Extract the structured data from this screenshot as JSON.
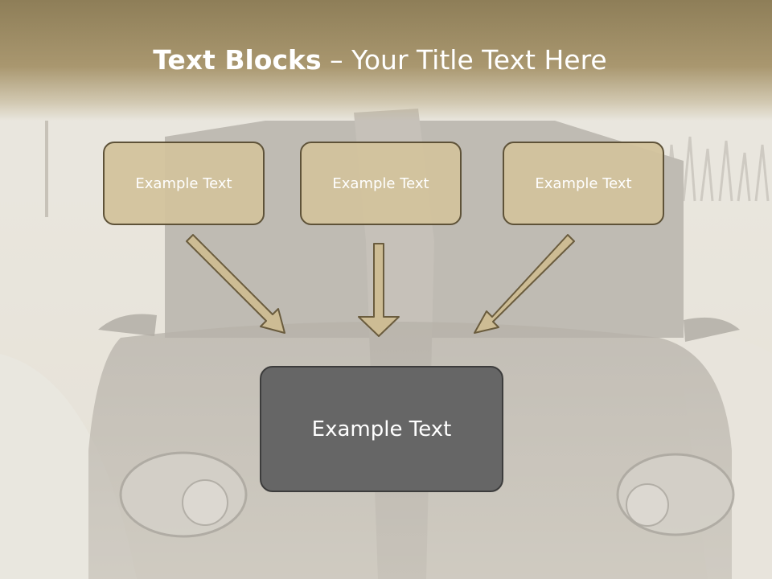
{
  "slide": {
    "title_bold": "Text Blocks",
    "title_rest": " – Your Title Text Here"
  },
  "boxes": [
    {
      "label": "Example Text"
    },
    {
      "label": "Example Text"
    },
    {
      "label": "Example Text"
    }
  ],
  "main_box": {
    "label": "Example Text"
  },
  "colors": {
    "title_band": "#a9976f",
    "box_fill": "#d2c29c",
    "box_border": "#5e5238",
    "main_box_fill": "#666666",
    "arrow_fill": "#cdbc94",
    "arrow_stroke": "#6a5c3e"
  }
}
